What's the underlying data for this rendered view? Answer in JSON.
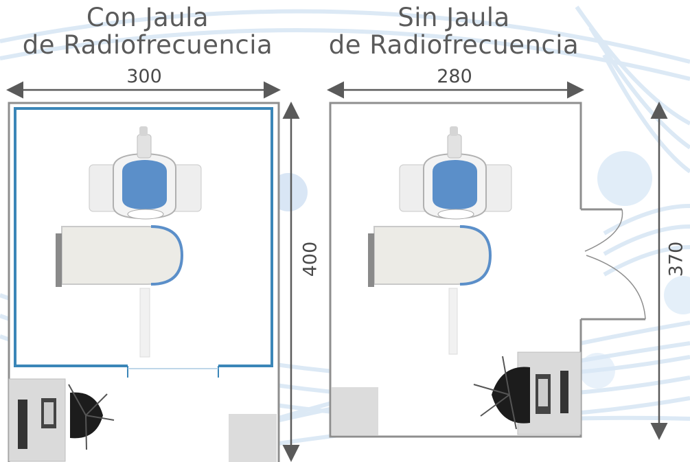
{
  "left_plan": {
    "title_line1": "Con Jaula",
    "title_line2": "de Radiofrecuencia",
    "width": "300",
    "height": "400"
  },
  "right_plan": {
    "title_line1": "Sin Jaula",
    "title_line2": "de Radiofrecuencia",
    "width": "280",
    "height": "370"
  },
  "colors": {
    "cage_blue": "#3b86b8",
    "wall_gray": "#8e8e8e",
    "arrow_gray": "#5a5a5a",
    "chair_blue": "#5b8fc9",
    "cabinet_gray": "#dcdcdc",
    "background_wave": "#dbe9f5"
  },
  "icons": [
    "dental-chair-icon",
    "patient-bed-icon",
    "office-chair-icon",
    "desk-icon",
    "door-icon"
  ]
}
